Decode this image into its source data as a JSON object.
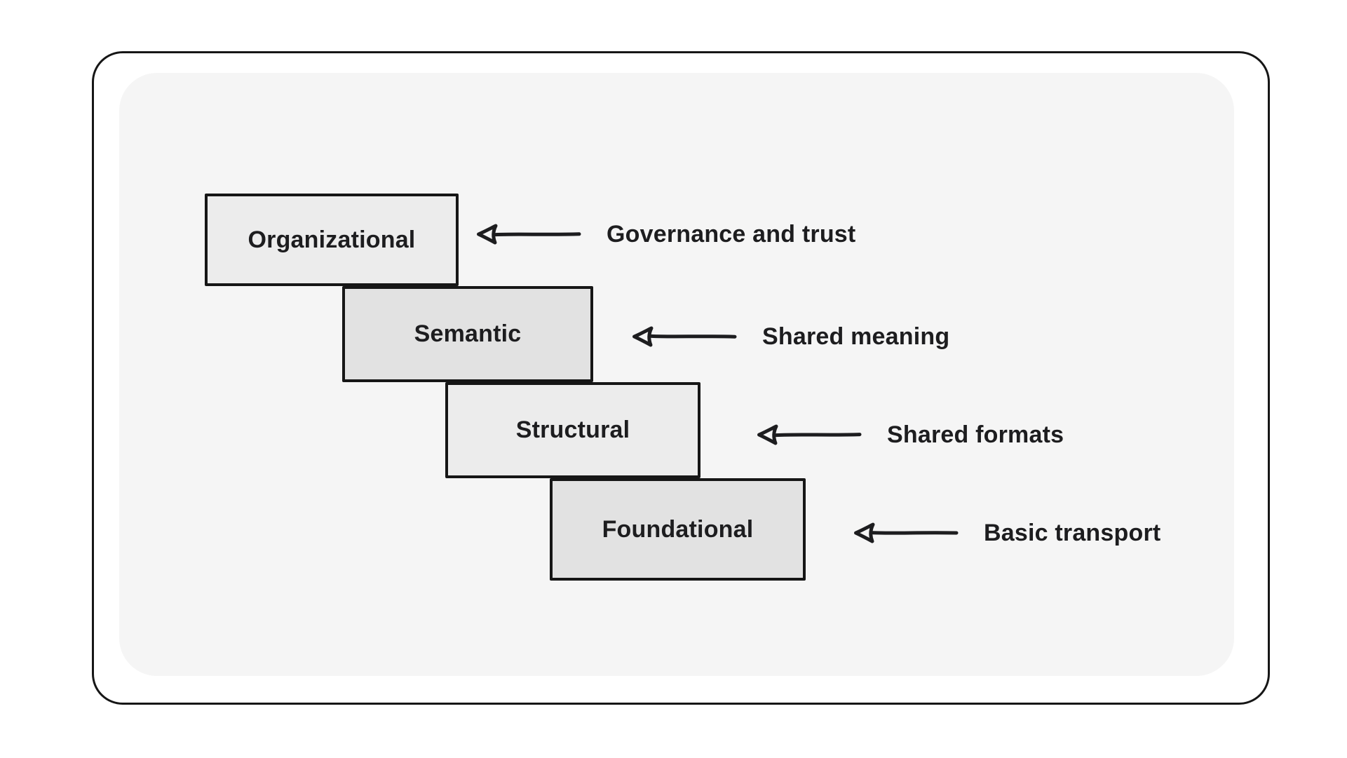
{
  "diagram": {
    "description": "Interoperability layers staircase diagram",
    "layers": [
      {
        "label": "Organizational",
        "annotation": "Governance and trust",
        "shade": "light"
      },
      {
        "label": "Semantic",
        "annotation": "Shared meaning",
        "shade": "dark"
      },
      {
        "label": "Structural",
        "annotation": "Shared formats",
        "shade": "light"
      },
      {
        "label": "Foundational",
        "annotation": "Basic transport",
        "shade": "dark"
      }
    ],
    "colors": {
      "page_background": "#ffffff",
      "canvas_background": "#f5f5f5",
      "light_fill": "#ececec",
      "dark_fill": "#e2e2e2",
      "stroke": "#161616",
      "text": "#1d1d1f"
    }
  }
}
